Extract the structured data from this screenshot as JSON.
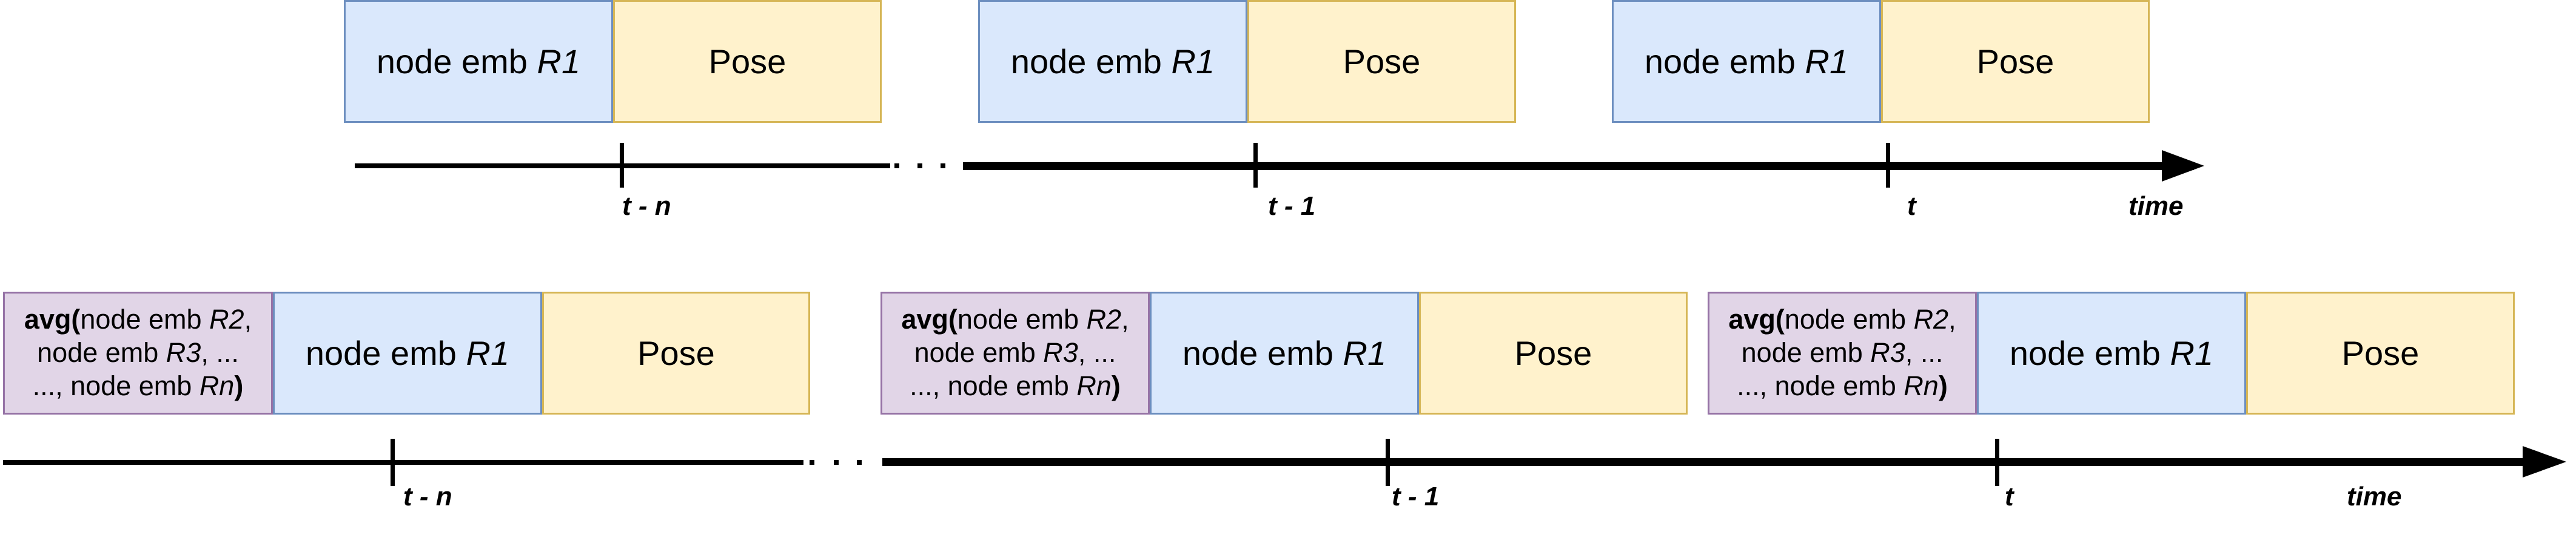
{
  "top_row": {
    "blocks": [
      {
        "emb_label": "node emb ",
        "emb_var": "R1",
        "pose_label": "Pose"
      },
      {
        "emb_label": "node emb ",
        "emb_var": "R1",
        "pose_label": "Pose"
      },
      {
        "emb_label": "node emb ",
        "emb_var": "R1",
        "pose_label": "Pose"
      }
    ],
    "timeline": {
      "tick_labels": [
        "t - n",
        "t - 1",
        "t"
      ],
      "axis_label": "time"
    }
  },
  "bottom_row": {
    "blocks": [
      {
        "avg_fn": "avg(",
        "avg_l1a": "node emb ",
        "avg_l1b": "R2",
        "avg_l1c": ",",
        "avg_l2a": "node emb ",
        "avg_l2b": "R3",
        "avg_l2c": ", ...",
        "avg_l3a": "..., node emb ",
        "avg_l3b": "Rn",
        "avg_l3c": ")",
        "emb_label": "node emb ",
        "emb_var": "R1",
        "pose_label": "Pose"
      },
      {
        "avg_fn": "avg(",
        "avg_l1a": "node emb ",
        "avg_l1b": "R2",
        "avg_l1c": ",",
        "avg_l2a": "node emb ",
        "avg_l2b": "R3",
        "avg_l2c": ", ...",
        "avg_l3a": "..., node emb ",
        "avg_l3b": "Rn",
        "avg_l3c": ")",
        "emb_label": "node emb ",
        "emb_var": "R1",
        "pose_label": "Pose"
      },
      {
        "avg_fn": "avg(",
        "avg_l1a": "node emb ",
        "avg_l1b": "R2",
        "avg_l1c": ",",
        "avg_l2a": "node emb ",
        "avg_l2b": "R3",
        "avg_l2c": ", ...",
        "avg_l3a": "..., node emb ",
        "avg_l3b": "Rn",
        "avg_l3c": ")",
        "emb_label": "node emb ",
        "emb_var": "R1",
        "pose_label": "Pose"
      }
    ],
    "timeline": {
      "tick_labels": [
        "t - n",
        "t - 1",
        "t"
      ],
      "axis_label": "time"
    }
  },
  "colors": {
    "embedding_fill": "#dae8fc",
    "embedding_border": "#6c8ebf",
    "pose_fill": "#fff2cc",
    "pose_border": "#d6b656",
    "avg_fill": "#e1d5e7",
    "avg_border": "#9673a6"
  }
}
